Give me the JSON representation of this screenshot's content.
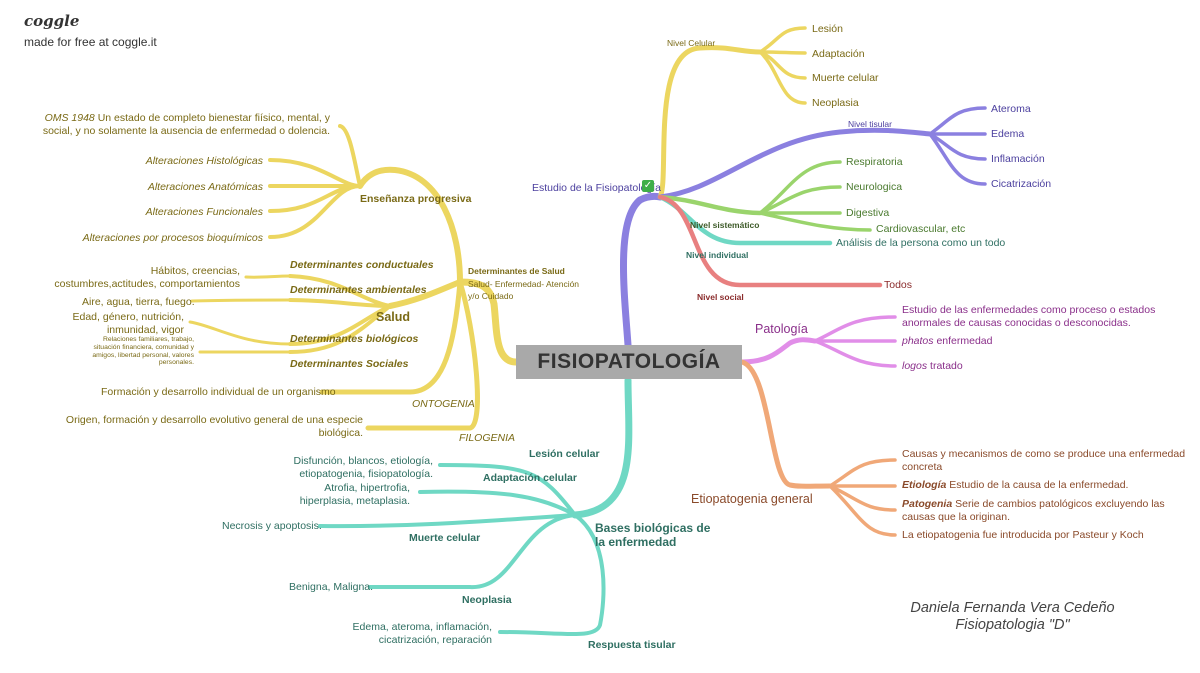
{
  "header": {
    "logo": "coggle",
    "made_for": "made for free at coggle.it"
  },
  "center": "FISIOPATOLOGÍA",
  "author": {
    "line1": "Daniela Fernanda Vera Cedeño",
    "line2": "Fisiopatologia \"D\""
  },
  "colors": {
    "yellow": "#ecd660",
    "teal": "#6fd8c4",
    "purple": "#8b80e0",
    "green": "#9ad46c",
    "red": "#e88080",
    "pink": "#e18ee8",
    "orange": "#f0a878",
    "center_box": "#a9a9a9"
  },
  "estudio": {
    "label": "Estudio de la Fisiopatología",
    "check_icon": "check-icon",
    "celular": {
      "label": "Nivel Celular",
      "items": [
        "Lesión",
        "Adaptación",
        "Muerte celular",
        "Neoplasia"
      ]
    },
    "tisular": {
      "label": "Nivel tisular",
      "items": [
        "Ateroma",
        "Edema",
        "Inflamación",
        "Cicatrización"
      ]
    },
    "sistematico": {
      "label": "Nivel sistemático",
      "items": [
        "Respiratoria",
        "Neurologica",
        "Digestiva",
        "Cardiovascular, etc"
      ]
    },
    "individual": {
      "label": "Nivel individual",
      "item": "Análisis de la persona como un todo"
    },
    "social": {
      "label": "Nivel social",
      "item": "Todos"
    }
  },
  "patologia": {
    "label": "Patología",
    "items": [
      "Estudio de las enfermedades como proceso o estados",
      "anormales de causas conocidas o desconocidas.",
      "phatos",
      " enfermedad",
      "logos",
      " tratado"
    ]
  },
  "etiopatogenia": {
    "label": "Etiopatogenia general",
    "items": [
      "Causas y mecanismos de como se produce una enfermedad",
      "concreta",
      "Etiología",
      " Estudio de la causa de la enfermedad.",
      "Patogenia",
      " Serie de cambios patológicos excluyendo las",
      "causas que la originan.",
      "La etiopatogenia fue introducida por Pasteur y Koch"
    ]
  },
  "bases": {
    "label": "Bases biológicas de",
    "label2": "la enfermedad",
    "lesion": {
      "label": "Lesión celular",
      "text": "Disfunción, blancos, etiología,",
      "text2": "etiopatogenia, fisiopatología."
    },
    "adaptacion": {
      "label": "Adaptación celular",
      "text": "Atrofia, hipertrofia,",
      "text2": "hiperplasia, metaplasia."
    },
    "muerte": {
      "label": "Muerte celular",
      "text": "Necrosis y apoptosis."
    },
    "neoplasia": {
      "label": "Neoplasia",
      "text": "Benigna, Maligna."
    },
    "respuesta": {
      "label": "Respuesta tisular",
      "text": "Edema, ateroma, inflamación,",
      "text2": "cicatrización, reparación"
    }
  },
  "determinantes": {
    "label": "Determinantes de Salud",
    "sub": "Salud- Enfermedad- Atención",
    "sub2": "y/o Cuidado",
    "ensenanza": {
      "label": "Enseñanza progresiva",
      "oms_em": "OMS 1948",
      "oms": " Un estado de completo bienestar fiísico, mental, y",
      "oms2": "social, y no solamente la ausencia de enfermedad o dolencia.",
      "items": [
        "Alteraciones Histológicas",
        "Alteraciones Anatómicas",
        "Alteraciones Funcionales",
        "Alteraciones por procesos bioquímicos"
      ]
    },
    "salud": {
      "label": "Salud",
      "conductuales": "Determinantes conductuales",
      "conductuales_text": "Hábitos, creencias,",
      "conductuales_text2": "costumbres,actitudes, comportamientos",
      "ambientales": "Determinantes ambientales",
      "ambientales_text": "Aire, agua, tierra, fuego.",
      "biologicos": "Determinantes biológicos",
      "biologicos_text": "Edad, género, nutrición,",
      "biologicos_text2": "inmunidad, vigor",
      "sociales": "Determinantes Sociales",
      "sociales_text": [
        "Relaciones familiares, trabajo,",
        "situación financiera, comunidad y",
        "amigos, libertad personal, valores",
        "personales."
      ]
    },
    "ontogenia": {
      "label": "ONTOGENIA",
      "text": "Formación y desarrollo individual de un organismo"
    },
    "filogenia": {
      "label": "FILOGENIA",
      "text": "Origen, formación y desarrollo evolutivo general de una especie",
      "text2": "biológica."
    }
  }
}
